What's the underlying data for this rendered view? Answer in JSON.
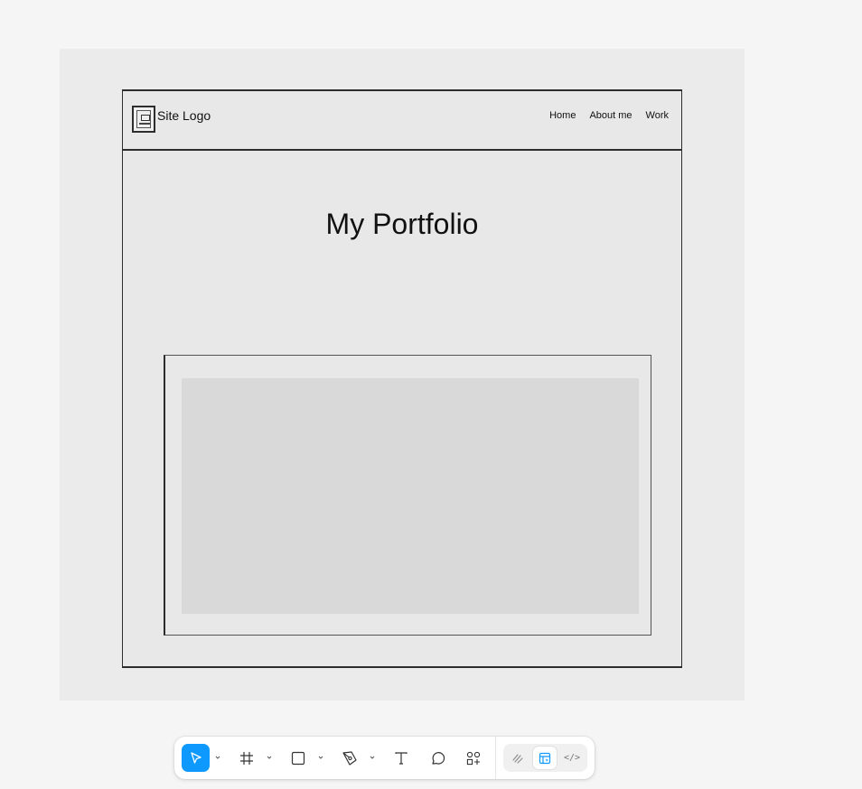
{
  "design": {
    "site_logo_text": "Site Logo",
    "nav_links": [
      "Home",
      "About me",
      "Work"
    ],
    "hero_title": "My Portfolio"
  },
  "toolbar": {
    "tools": [
      {
        "name": "move",
        "icon": "cursor-arrow-icon",
        "selected": true
      },
      {
        "name": "frame",
        "icon": "hash-frame-icon"
      },
      {
        "name": "shape",
        "icon": "rectangle-icon"
      },
      {
        "name": "pen",
        "icon": "pen-icon"
      },
      {
        "name": "text",
        "icon": "text-t-icon"
      },
      {
        "name": "comment",
        "icon": "comment-bubble-icon"
      },
      {
        "name": "resources",
        "icon": "components-plus-icon"
      }
    ],
    "modes": [
      {
        "name": "draw",
        "icon": "draw-squiggle-icon"
      },
      {
        "name": "design",
        "icon": "design-layout-icon",
        "active": true
      },
      {
        "name": "dev",
        "icon": "code-brackets-icon",
        "label": "</>"
      }
    ]
  },
  "colors": {
    "canvas_bg": "#f5f5f5",
    "frame_bg": "#ebebeb",
    "placeholder": "#d9d9d9",
    "accent": "#0d99ff"
  }
}
